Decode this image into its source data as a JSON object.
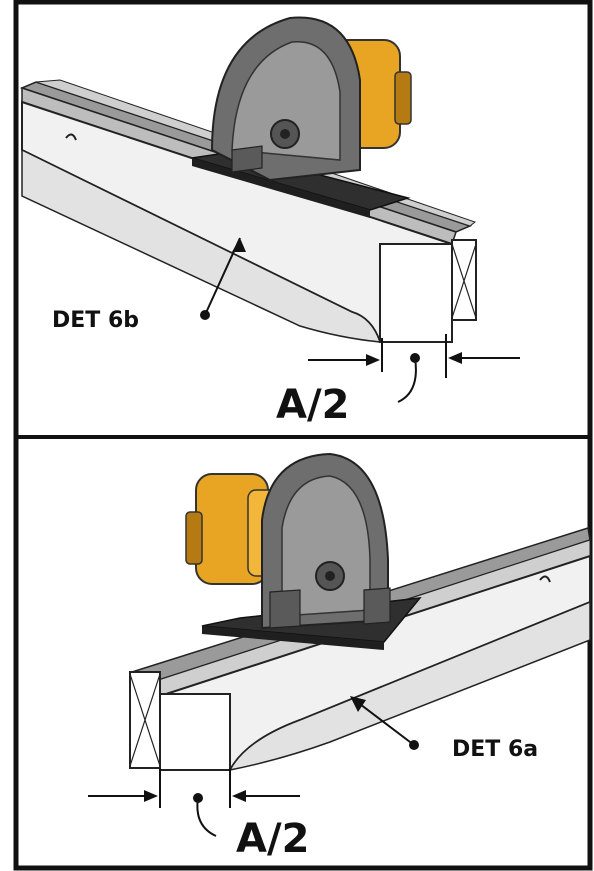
{
  "panels": [
    {
      "id": "top",
      "detail_label": "DET 6b",
      "dimension_label": "A/2"
    },
    {
      "id": "bottom",
      "detail_label": "DET 6a",
      "dimension_label": "A/2"
    }
  ],
  "colors": {
    "saw_body": "#6e6e6e",
    "saw_dark": "#4a4a4a",
    "motor": "#e8a423",
    "motor_dark": "#b57a12",
    "base_plate": "#2f2f2f",
    "board_top": "#9a9a9a",
    "board_face": "#f2f2f2",
    "outline": "#111111"
  },
  "icons": [
    "circular-saw-icon",
    "arrow-icon",
    "leader-dot-icon"
  ]
}
